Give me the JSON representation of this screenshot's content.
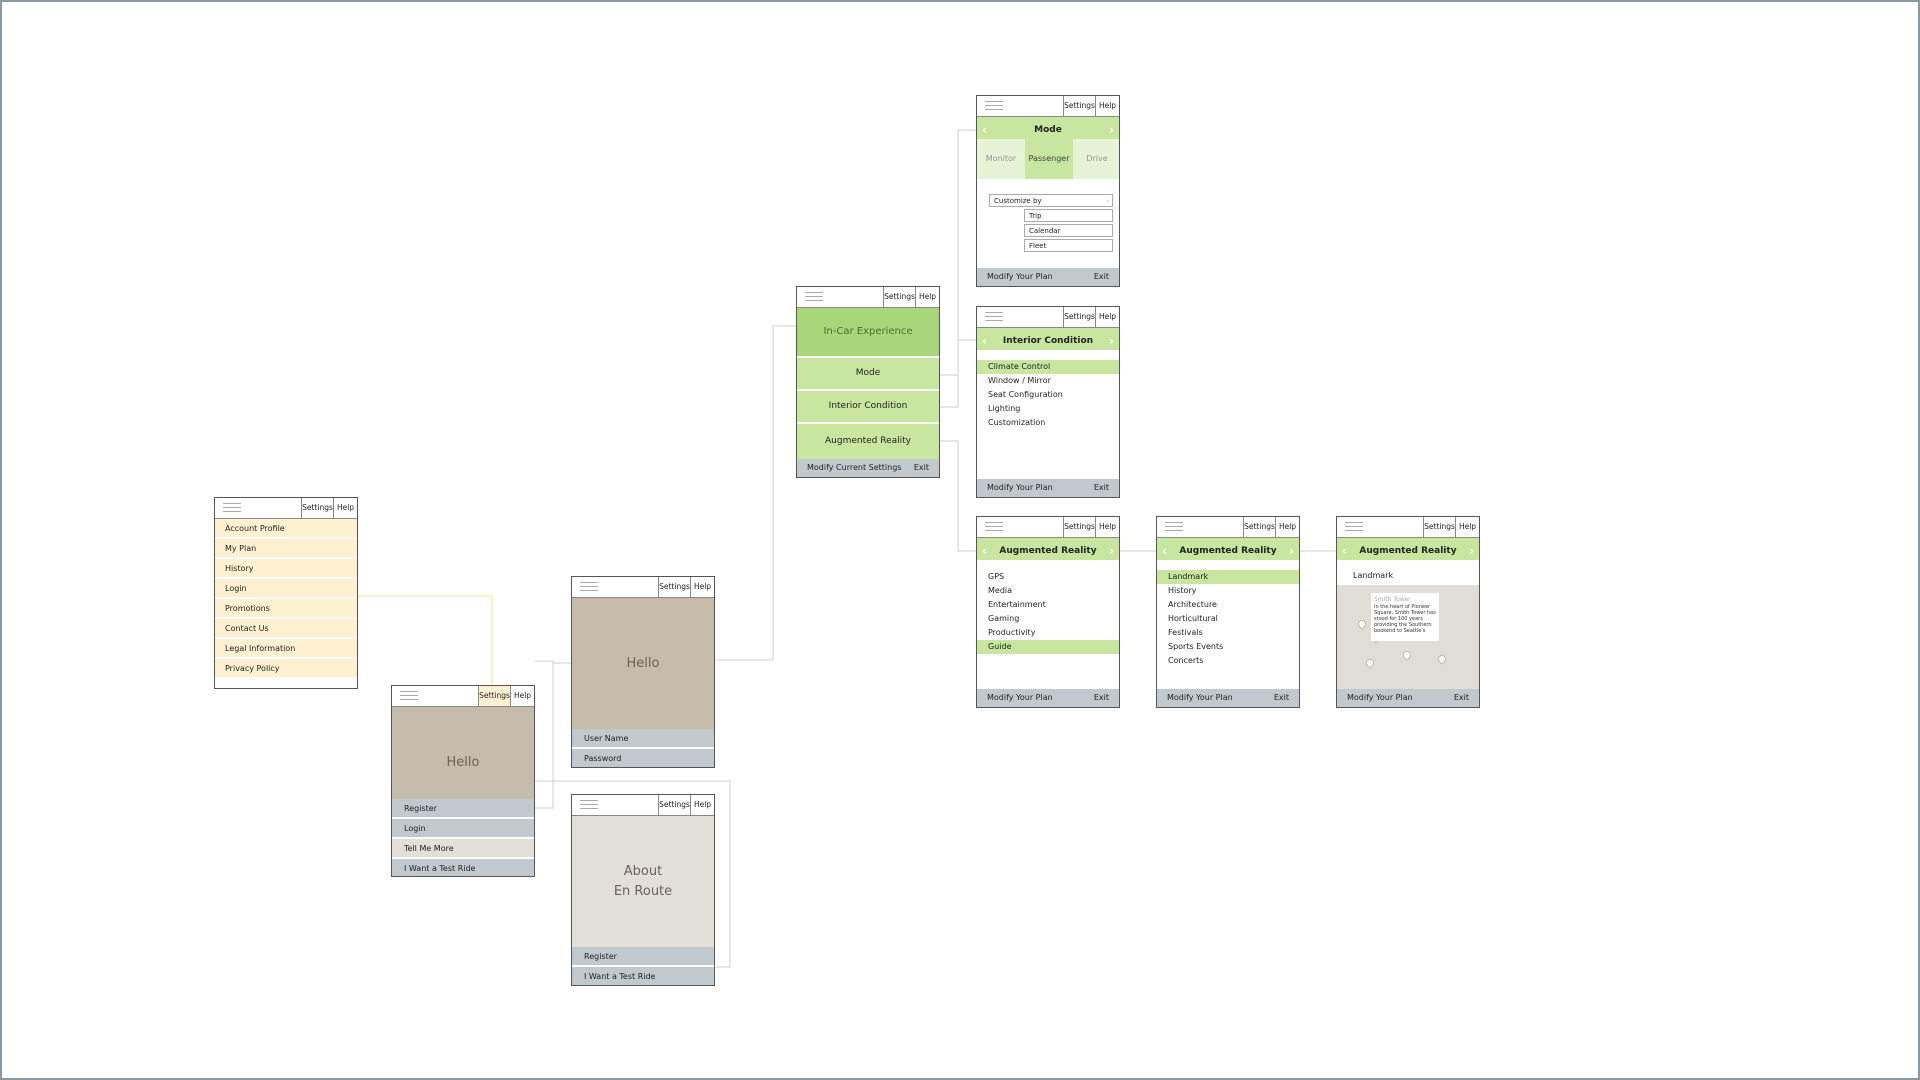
{
  "topbar": {
    "settings": "Settings",
    "help": "Help"
  },
  "menu_screen": {
    "items": [
      "Account Profile",
      "My Plan",
      "History",
      "Login",
      "Promotions",
      "Contact Us",
      "Legal Information",
      "Privacy Policy"
    ]
  },
  "welcome_screen": {
    "hello": "Hello",
    "items": [
      "Register",
      "Login",
      "Tell Me More",
      "I Want a Test Ride"
    ]
  },
  "login_screen": {
    "hello": "Hello",
    "fields": [
      "User Name",
      "Password"
    ]
  },
  "about_screen": {
    "title_line1": "About",
    "title_line2": "En Route",
    "items": [
      "Register",
      "I Want a Test Ride"
    ]
  },
  "experience_screen": {
    "title": "In-Car Experience",
    "buttons": [
      "Mode",
      "Interior Condition",
      "Augmented Reality"
    ],
    "footer_left": "Modify Current Settings",
    "footer_right": "Exit"
  },
  "mode_screen": {
    "title": "Mode",
    "tabs": [
      "Monitor",
      "Passenger",
      "Drive"
    ],
    "active_tab": "Passenger",
    "customize_label": "Customize by",
    "customize_options": [
      "Trip",
      "Calendar",
      "Fleet"
    ],
    "footer_left": "Modify Your Plan",
    "footer_right": "Exit"
  },
  "interior_screen": {
    "title": "Interior Condition",
    "items": [
      "Climate Control",
      "Window / Mirror",
      "Seat Configuration",
      "Lighting",
      "Customization"
    ],
    "selected": "Climate Control",
    "footer_left": "Modify Your Plan",
    "footer_right": "Exit"
  },
  "ar_screen_1": {
    "title": "Augmented Reality",
    "items": [
      "GPS",
      "Media",
      "Entertainment",
      "Gaming",
      "Productivity",
      "Guide"
    ],
    "selected": "Guide",
    "footer_left": "Modify Your Plan",
    "footer_right": "Exit"
  },
  "ar_screen_2": {
    "title": "Augmented Reality",
    "items": [
      "Landmark",
      "History",
      "Architecture",
      "Horticultural",
      "Festivals",
      "Sports Events",
      "Concerts"
    ],
    "selected": "Landmark",
    "footer_left": "Modify Your Plan",
    "footer_right": "Exit"
  },
  "ar_screen_3": {
    "title": "Augmented Reality",
    "heading": "Landmark",
    "card_title": "Smith Tower",
    "card_text": "In the heart of Pioneer Square, Smith Tower has stood for 100 years providing the Southern bookend to Seattle's",
    "footer_left": "Modify Your Plan",
    "footer_right": "Exit"
  },
  "colors": {
    "green": "#c8e6a0",
    "cream": "#fdf1d2",
    "gray": "#c2c9ce",
    "taupe": "#c5bcac",
    "light_taupe": "#e3e0d9"
  }
}
